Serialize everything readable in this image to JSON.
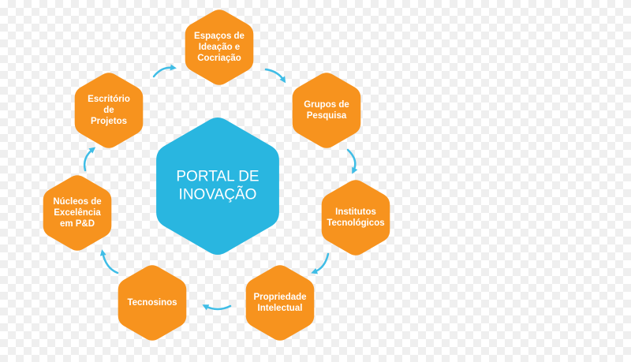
{
  "colors": {
    "node": "#f7931e",
    "center": "#29b6e0",
    "arrow": "#3fbde6",
    "text": "#ffffff"
  },
  "center": {
    "lines": [
      "PORTAL DE",
      "INOVAÇÃO"
    ]
  },
  "nodes": [
    {
      "id": "espacos",
      "lines": [
        "Espaços de",
        "Ideação e",
        "Cocriação"
      ]
    },
    {
      "id": "grupos",
      "lines": [
        "Grupos de",
        "Pesquisa"
      ]
    },
    {
      "id": "institutos",
      "lines": [
        "Institutos",
        "Tecnológicos"
      ]
    },
    {
      "id": "propriedade",
      "lines": [
        "Propriedade",
        "Intelectual"
      ]
    },
    {
      "id": "tecnosinos",
      "lines": [
        "Tecnosinos"
      ]
    },
    {
      "id": "nucleos",
      "lines": [
        "Núcleos de",
        "Excelência",
        "em P&D"
      ]
    },
    {
      "id": "escritorio",
      "lines": [
        "Escritório",
        "de",
        "Projetos"
      ]
    }
  ]
}
